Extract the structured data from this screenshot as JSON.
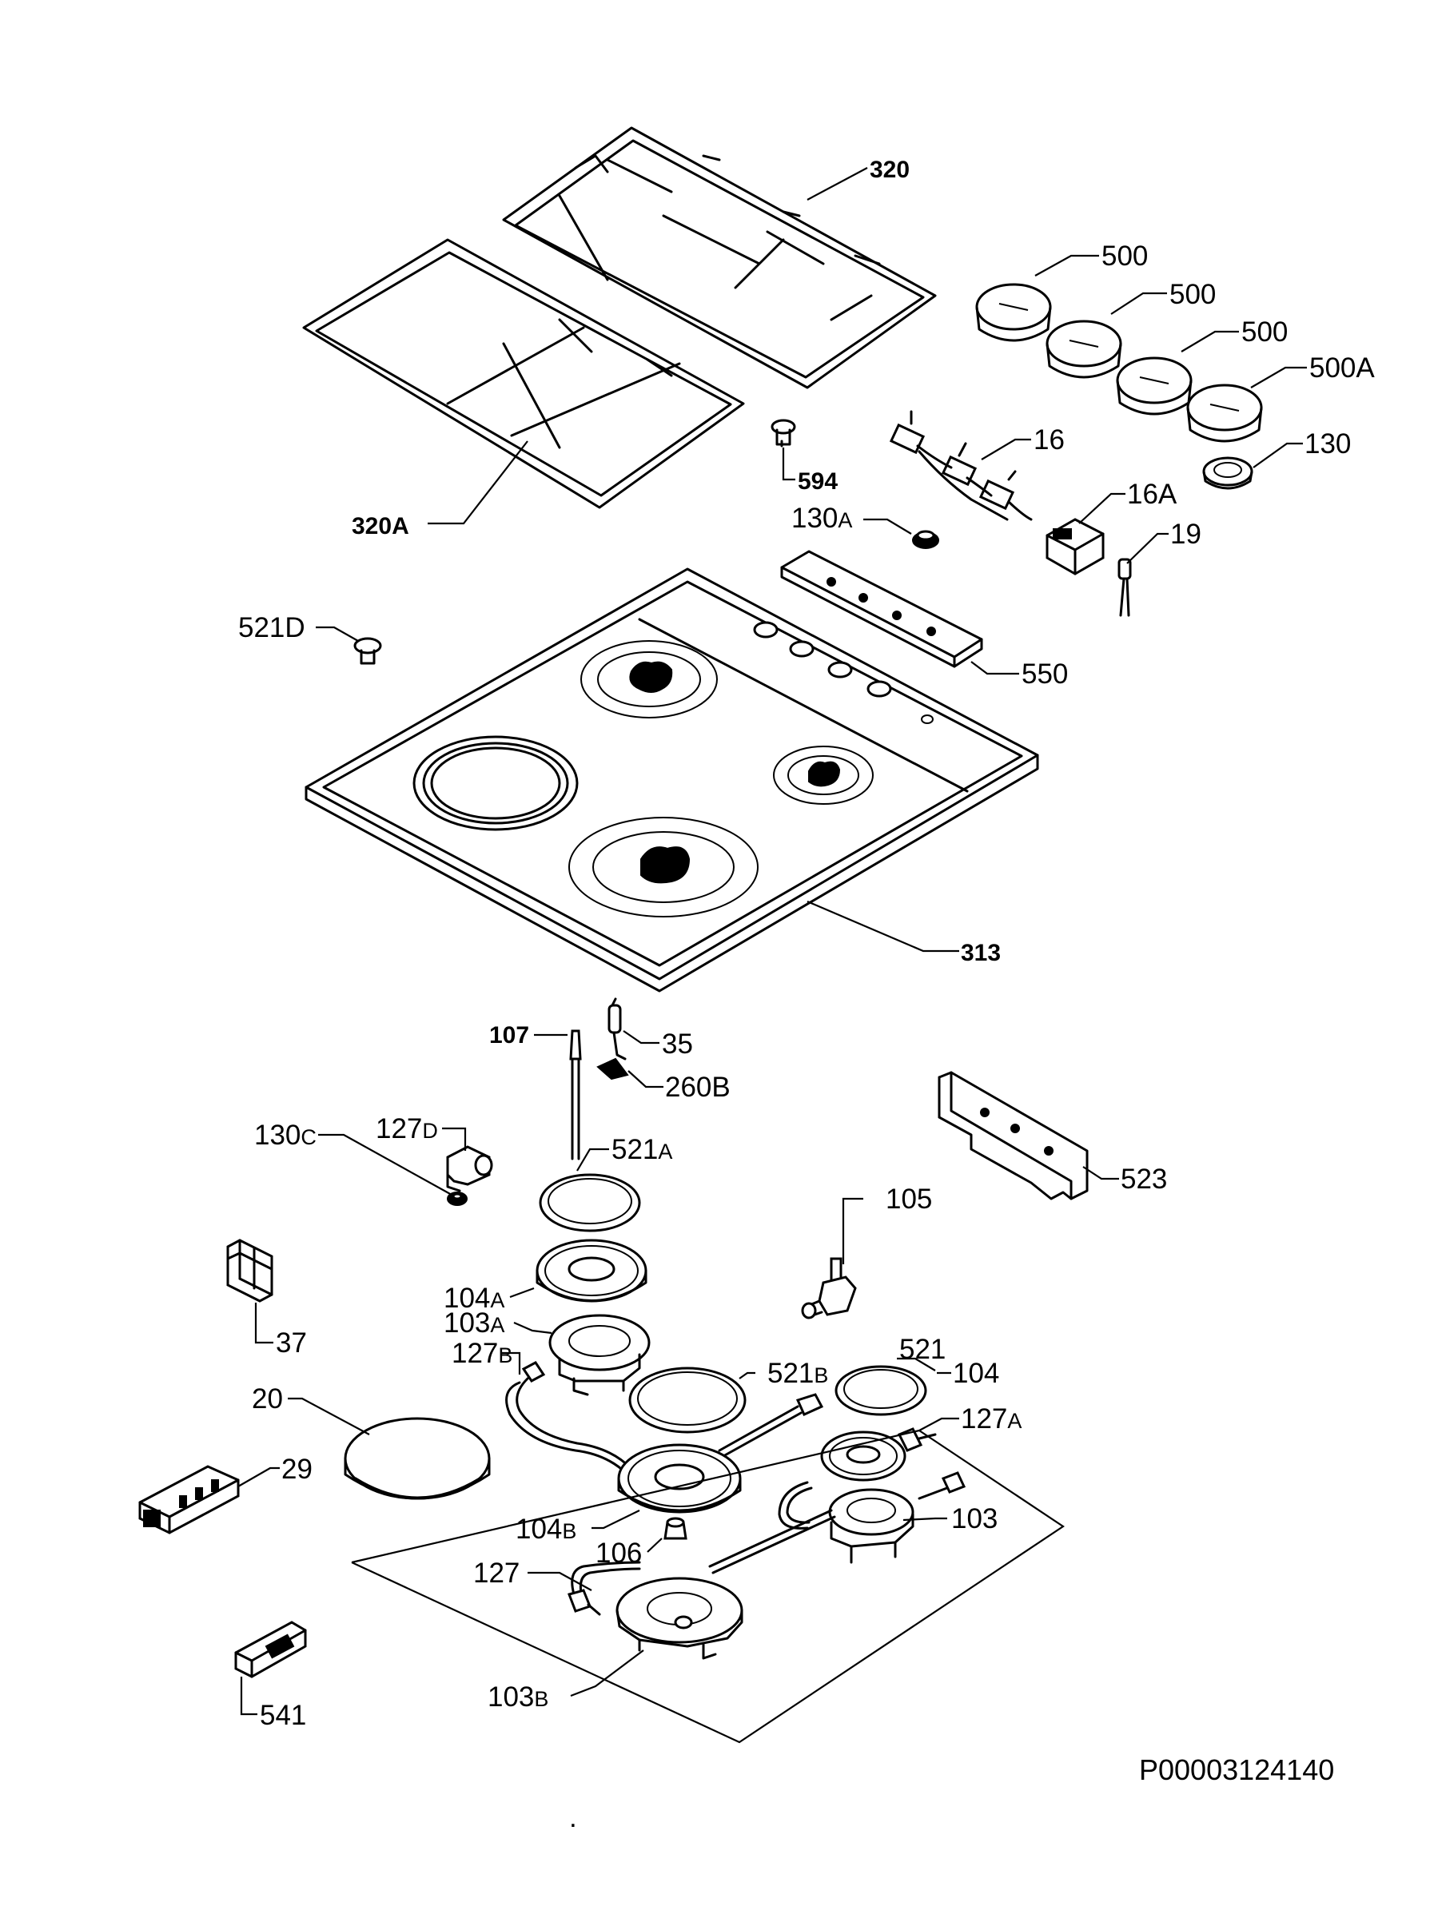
{
  "diagram_code": "P00003124140",
  "labels": {
    "l320": "320",
    "l320a": "320",
    "l320a_suf": "A",
    "l500_1": "500",
    "l500_2": "500",
    "l500_3": "500",
    "l500a": "500A",
    "l16": "16",
    "l130": "130",
    "l594": "594",
    "l130a": "130",
    "l130a_suf": "A",
    "l16a": "16A",
    "l19": "19",
    "l521d": "521D",
    "l550": "550",
    "l313": "313",
    "l107": "107",
    "l35": "35",
    "l260b": "260B",
    "l523": "523",
    "l130c": "130",
    "l130c_suf": "C",
    "l127d": "127",
    "l127d_suf": "D",
    "l521a": "521",
    "l521a_suf": "A",
    "l105": "105",
    "l104a": "104",
    "l104a_suf": "A",
    "l37": "37",
    "l103a": "103",
    "l103a_suf": "A",
    "l127b": "127",
    "l127b_suf": "B",
    "l521": "521",
    "l104": "104",
    "l521b": "521",
    "l521b_suf": "B",
    "l127a": "127",
    "l127a_suf": "A",
    "l20": "20",
    "l29": "29",
    "l103": "103",
    "l104b": "104",
    "l104b_suf": "B",
    "l106": "106",
    "l127": "127",
    "l103b": "103",
    "l103b_suf": "B",
    "l541": "541"
  }
}
